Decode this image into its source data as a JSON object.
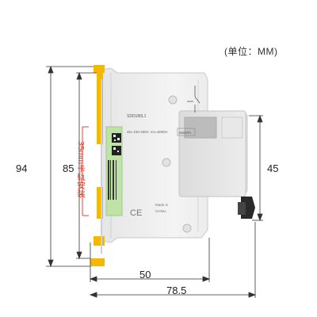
{
  "unit_label": "(单位：MM)",
  "dimensions": {
    "height_overall": "94",
    "height_body": "85",
    "height_front": "45",
    "depth_body": "50",
    "depth_overall": "78.5"
  },
  "rail_note": "35mm卡轨安装",
  "product_label": {
    "model": "SDD180L1",
    "spec_line_1": "4kv 240-400V",
    "spec_line_2": "Icn=6000A",
    "class_box": "5600TA",
    "marks": "CE",
    "made_in": "Made in",
    "country": "CHINA"
  },
  "colors": {
    "body": "#f1f1f1",
    "clip": "#f5b800",
    "green_label": "#bfe3a6",
    "dimension_line": "#333333",
    "note": "#e03020"
  }
}
